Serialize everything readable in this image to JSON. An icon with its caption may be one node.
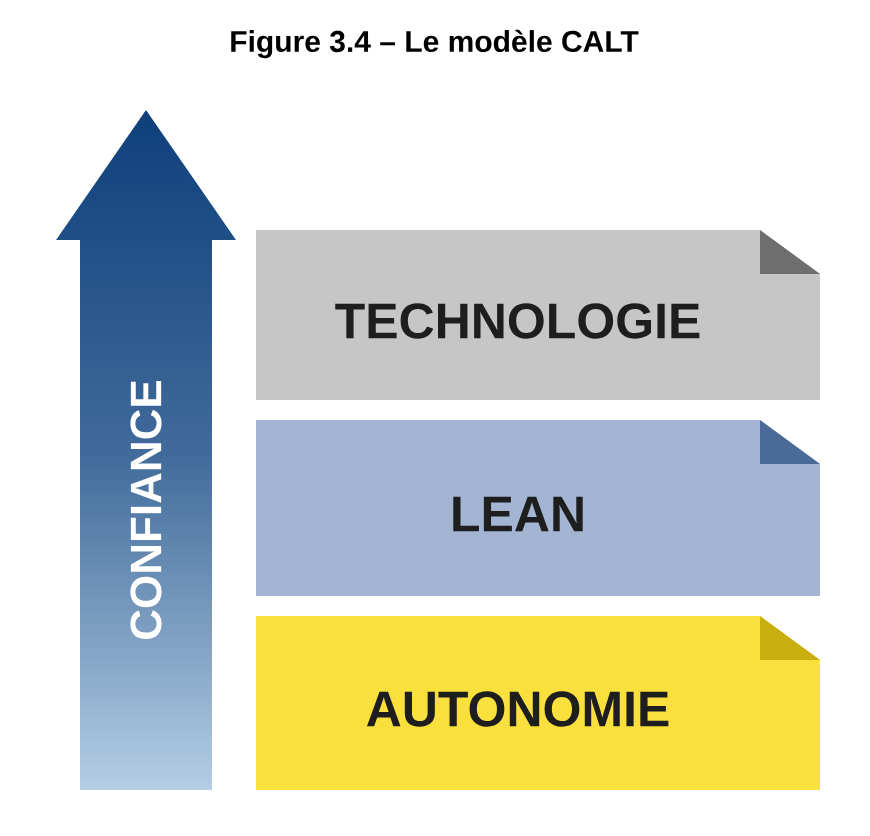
{
  "diagram": {
    "title": "Figure 3.4 – Le modèle CALT",
    "nodes": [
      {
        "text": [
          "CONFIANCE"
        ]
      },
      {
        "text": [
          "TECHNOLOGIE"
        ]
      },
      {
        "text": [
          "LEAN"
        ]
      },
      {
        "text": [
          "AUTONOMIE"
        ]
      }
    ]
  }
}
